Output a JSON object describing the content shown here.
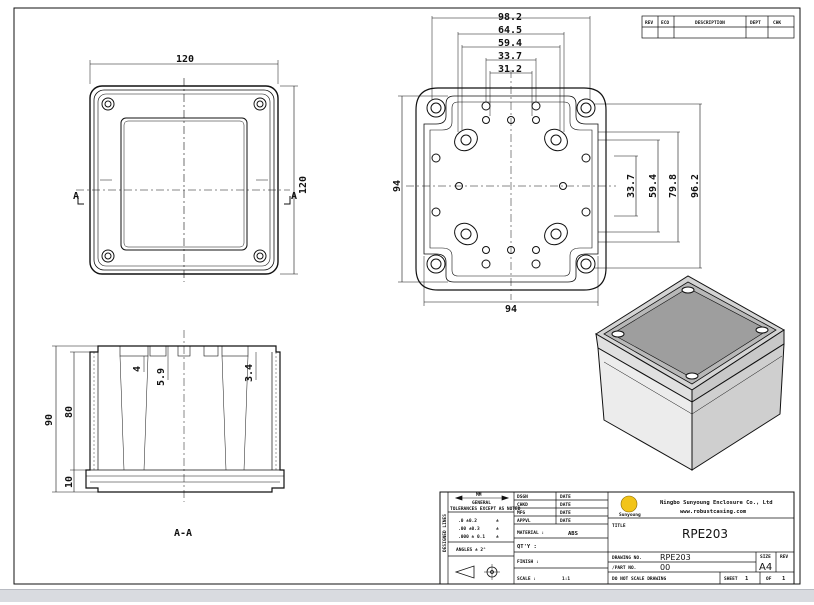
{
  "top_view": {
    "width_dim": "120",
    "height_dim": "120",
    "section_left": "A",
    "section_right": "A"
  },
  "front_view": {
    "top_dims": [
      "98.2",
      "64.5",
      "59.4",
      "33.7",
      "31.2"
    ],
    "right_dims": [
      "33.7",
      "59.4",
      "79.8",
      "96.2"
    ],
    "left_dim": "94",
    "bottom_dim": "94"
  },
  "section_view": {
    "dims": [
      "90",
      "80",
      "10",
      "4",
      "5.9",
      "3.4"
    ],
    "caption": "A-A"
  },
  "revision_table": {
    "headers": [
      "REV",
      "ECO",
      "DESCRIPTION",
      "DEPT",
      "CHK"
    ]
  },
  "title_block": {
    "unit_label": "MM",
    "unit_sub": "GENERAL",
    "tolerance_head": "TOLERANCES EXCEPT AS NOTED",
    "tol_lines": [
      ".0 ±0.2",
      ".00 ±0.3",
      ".000 ± 0.1"
    ],
    "tol_pm": [
      "±",
      "±",
      "±"
    ],
    "angles": "ANGLES ± 2°",
    "side_label": "DESIGNED LINES",
    "sign_rows": [
      {
        "role": "DSGN",
        "date": "DATE"
      },
      {
        "role": "CHKD",
        "date": "DATE"
      },
      {
        "role": "MFG",
        "date": "DATE"
      },
      {
        "role": "APPVL",
        "date": "DATE"
      }
    ],
    "material_label": "MATERIAL :",
    "material": "ABS",
    "qty_label": "QT'Y :",
    "finish_label": "FINISH :",
    "scale_label": "SCALE :",
    "scale": "1:1",
    "company": "Ningbo Sunyoung Enclosure Co., Ltd",
    "website": "www.robustcasing.com",
    "logo_text": "Sunyoung",
    "title_label": "TITLE",
    "title": "RPE203",
    "drawing_no_label": "DRAWING NO.",
    "drawing_no": "RPE203",
    "part_no_label": "/PART NO.",
    "part_no": "00",
    "size_label": "SIZE",
    "size": "A4",
    "rev_label": "REV",
    "note": "DO NOT SCALE DRAWING",
    "sheet_label": "SHEET",
    "sheet": "1",
    "of_label": "OF",
    "of": "1"
  }
}
